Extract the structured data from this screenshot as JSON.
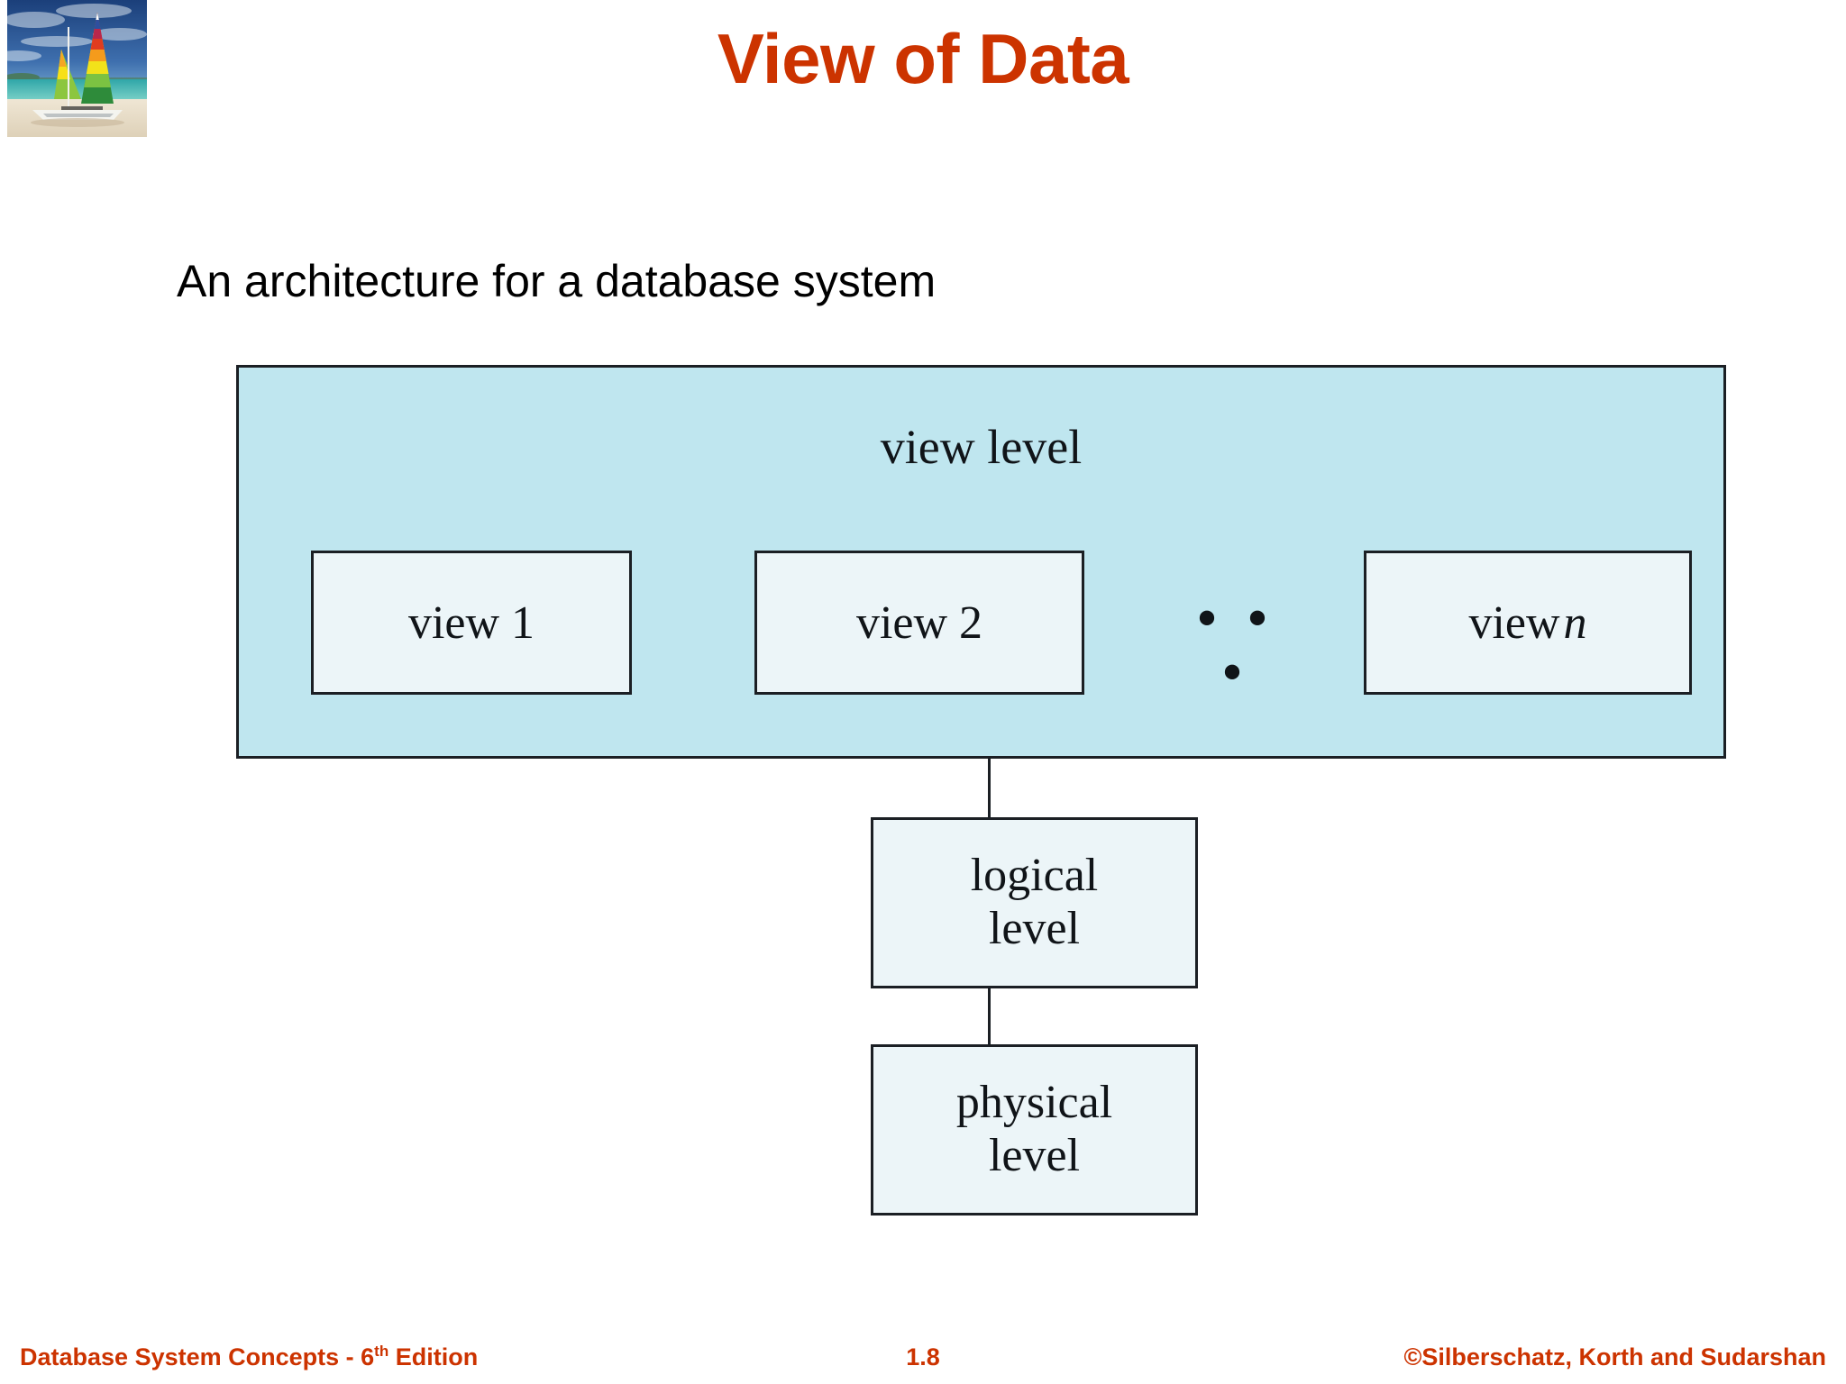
{
  "slide": {
    "title": "View of Data",
    "title_color": "#cc3300",
    "body_text": "An architecture for a database system",
    "logo_icon": "sailboat-beach-photo-logo"
  },
  "figure": {
    "view_level_label": "view level",
    "views": [
      {
        "label": "view 1"
      },
      {
        "label": "view 2"
      },
      {
        "label_prefix": "view ",
        "label_italic": "n"
      }
    ],
    "ellipsis": "• • •",
    "levels": [
      {
        "line1": "logical",
        "line2": "level"
      },
      {
        "line1": "physical",
        "line2": "level"
      }
    ],
    "colors": {
      "view_level_fill": "#bfe6ef",
      "box_fill": "#ecf5f8",
      "border": "#1b1f24"
    }
  },
  "footer": {
    "left_text": "Database System Concepts - 6",
    "left_sup": "th",
    "left_tail": " Edition",
    "page_number": "1.8",
    "right_text": "©Silberschatz, Korth and Sudarshan",
    "color": "#cc3300"
  }
}
